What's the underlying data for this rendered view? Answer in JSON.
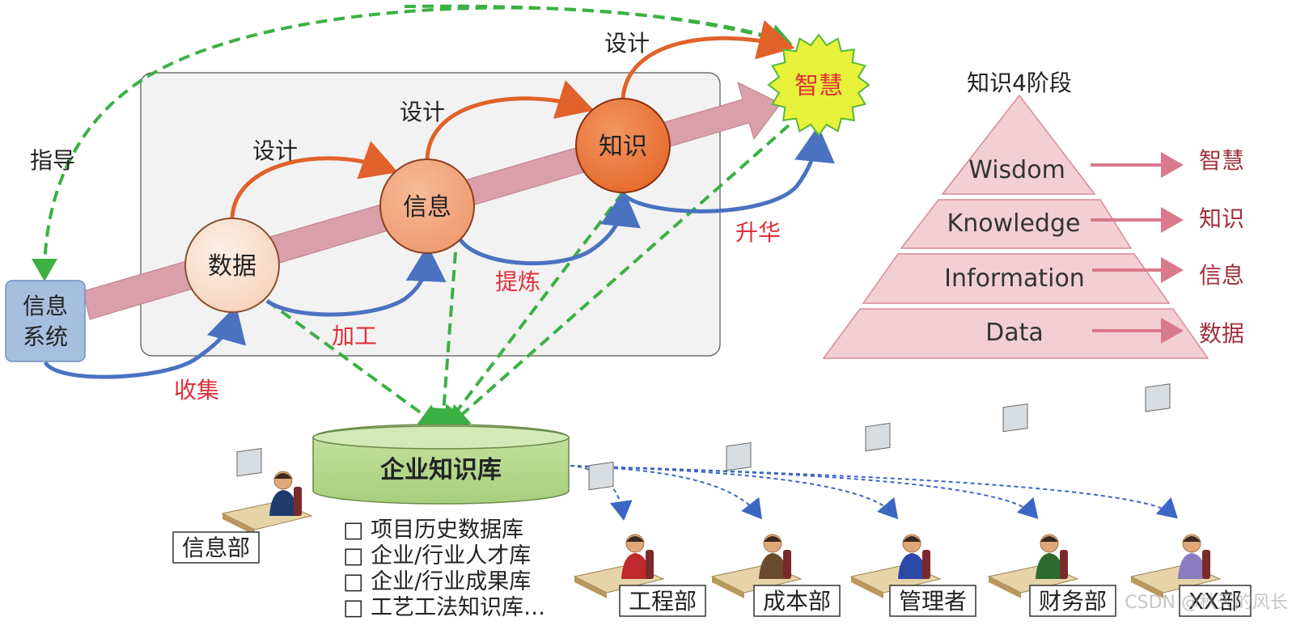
{
  "stages": {
    "data": "数据",
    "information": "信息",
    "knowledge": "知识",
    "wisdom": "智慧"
  },
  "info_system": [
    "信息",
    "系统"
  ],
  "labels": {
    "design": "设计",
    "guide": "指导",
    "collect": "收集",
    "process": "加工",
    "refine": "提炼",
    "sublimate": "升华"
  },
  "database": {
    "title": "企业知识库",
    "items": [
      "□ 项目历史数据库",
      "□ 企业/行业人才库",
      "□ 企业/行业成果库",
      "□ 工艺工法知识库…"
    ]
  },
  "departments": {
    "info_dept": "信息部",
    "users": [
      "工程部",
      "成本部",
      "管理者",
      "财务部",
      "XX部"
    ]
  },
  "pyramid": {
    "title": "知识4阶段",
    "levels": [
      {
        "en": "Wisdom",
        "zh": "智慧"
      },
      {
        "en": "Knowledge",
        "zh": "知识"
      },
      {
        "en": "Information",
        "zh": "信息"
      },
      {
        "en": "Data",
        "zh": "数据"
      }
    ]
  },
  "watermark": "CSDN @秋天的风长",
  "colors": {
    "orange_arrow": "#e0622a",
    "blue_arrow": "#4a72c0",
    "green_dashed": "#3bb143",
    "red_text": "#e0303a",
    "pink_band": "#d9909e",
    "pyramid_fill": "#f2cfd4",
    "wisdom_star": "#e8f23a",
    "db_fill": "#b5d98c"
  }
}
